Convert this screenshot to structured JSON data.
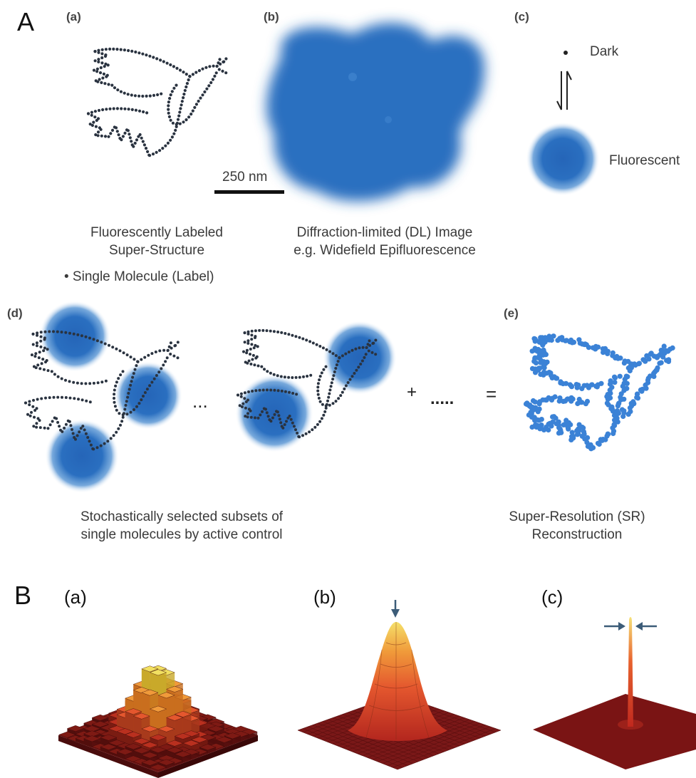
{
  "part_a": {
    "letter": "A",
    "panels": {
      "a": "(a)",
      "b": "(b)",
      "c": "(c)",
      "d": "(d)",
      "e": "(e)"
    },
    "scale_bar": "250 nm",
    "state_dark": "Dark",
    "state_fluorescent": "Fluorescent",
    "caption_a_line1": "Fluorescently Labeled",
    "caption_a_line2": "Super-Structure",
    "caption_a_line3": "• Single Molecule (Label)",
    "caption_b_line1": "Diffraction-limited (DL) Image",
    "caption_b_line2": "e.g. Widefield Epifluorescence",
    "ellipsis": "...",
    "plus": "+",
    "dots": ".....",
    "equals": "=",
    "caption_d_line1": "Stochastically selected subsets of",
    "caption_d_line2": "single molecules by active control",
    "caption_e_line1": "Super-Resolution (SR)",
    "caption_e_line2": "Reconstruction"
  },
  "part_b": {
    "letter": "B",
    "panels": {
      "a": "(a)",
      "b": "(b)",
      "c": "(c)"
    }
  },
  "colors": {
    "blob_blue": "#2a6fc0",
    "dot_dark": "#2a3340",
    "sr_dot": "#3b82d6",
    "surface_dark": "#6e1414",
    "surface_mid": "#c83a2a",
    "surface_hot": "#f0d14a",
    "arrow": "#3c5c78"
  }
}
